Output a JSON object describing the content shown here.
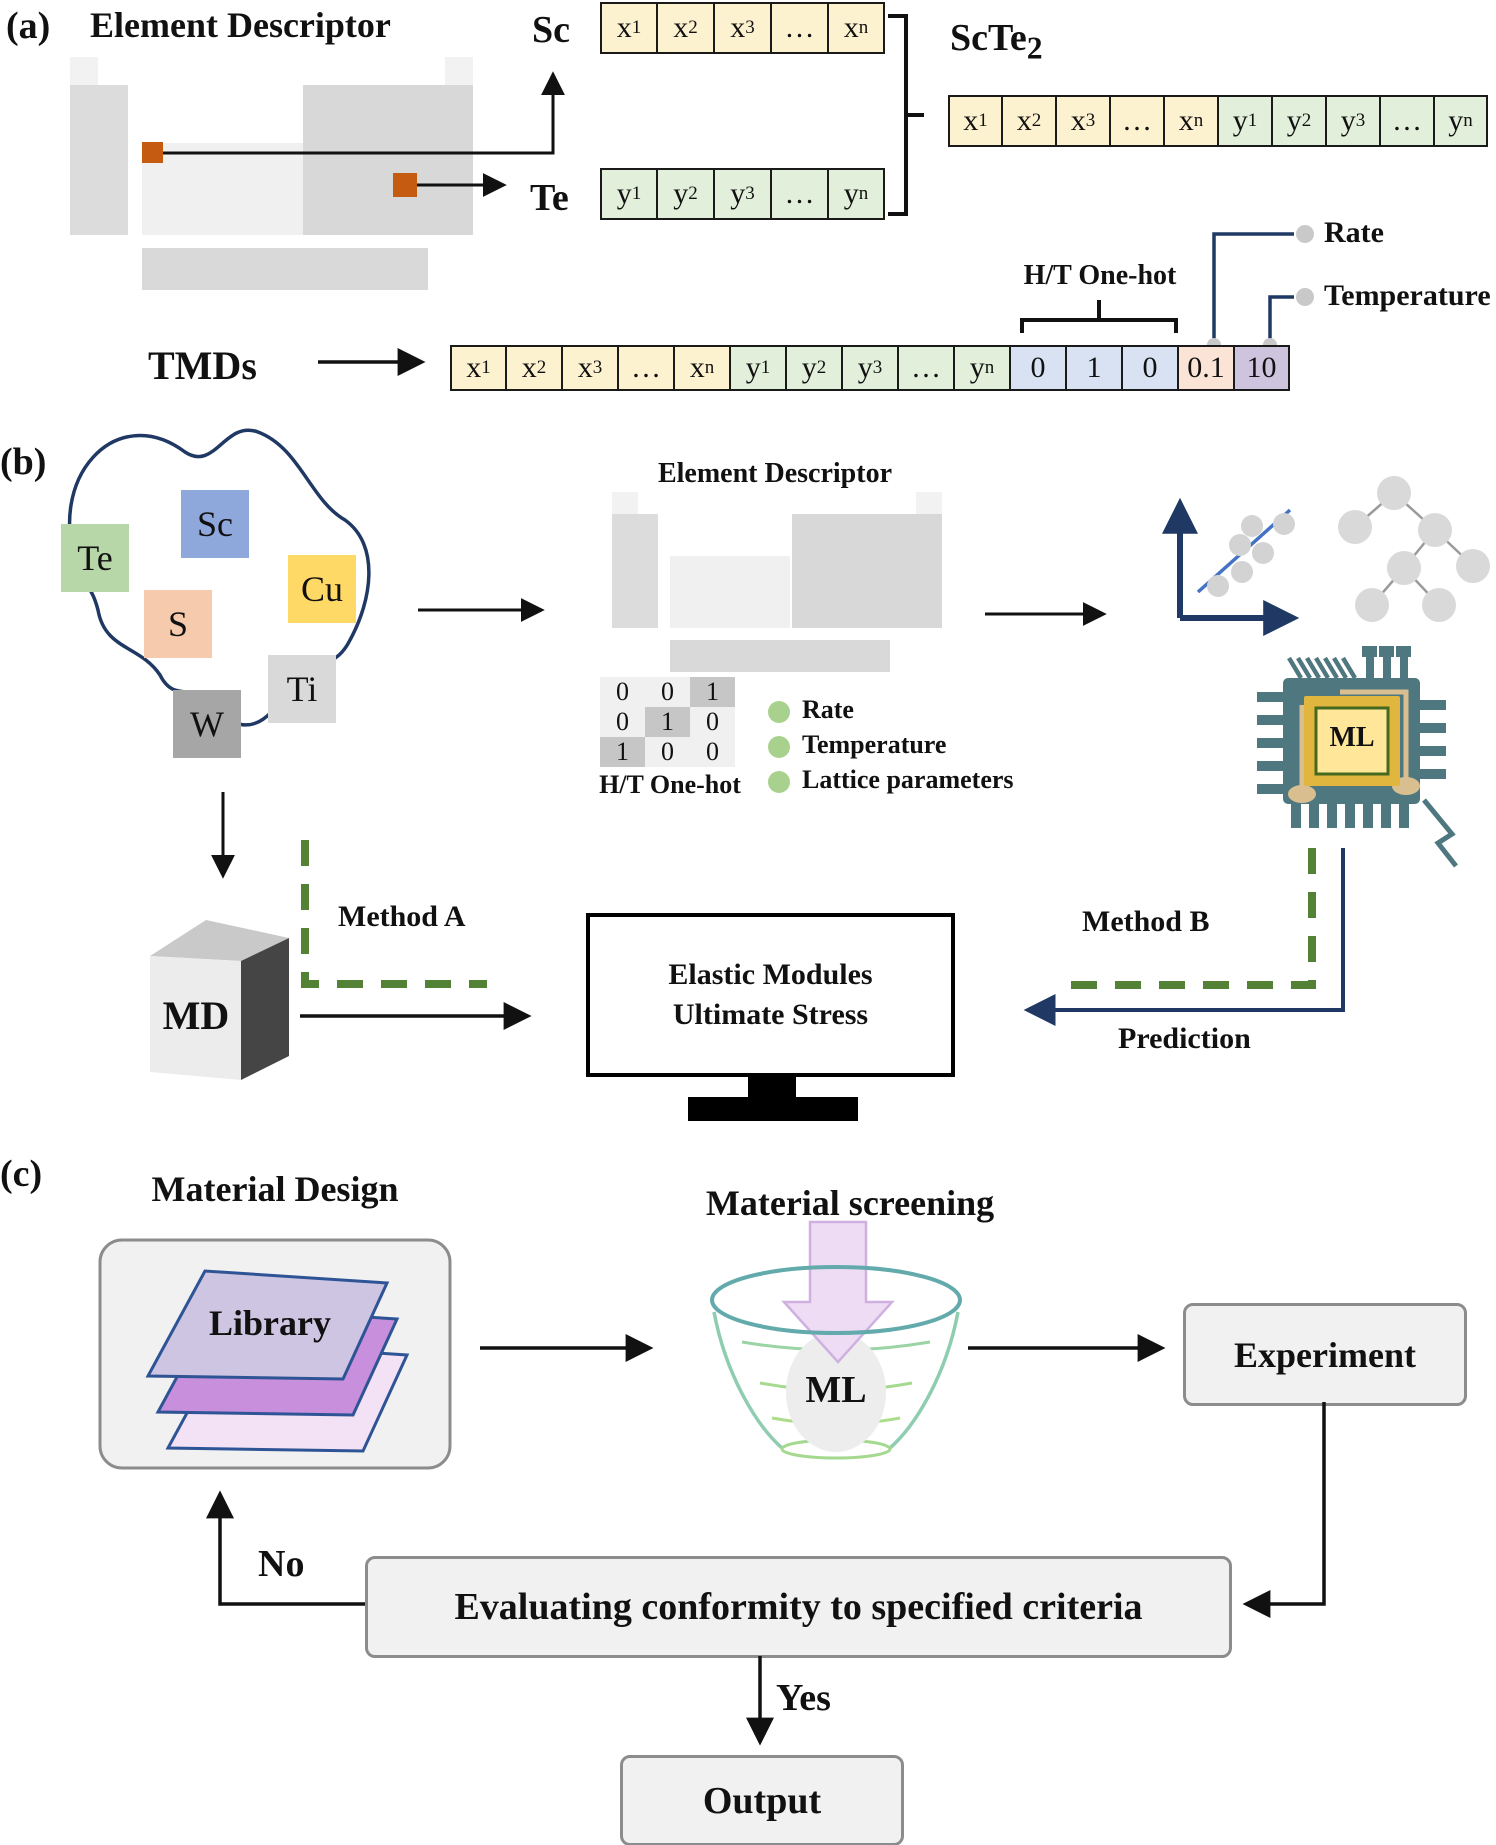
{
  "panel_a": {
    "label": "(a)",
    "title": "Element Descriptor",
    "sc": "Sc",
    "te": "Te",
    "scte2": "ScTe_2",
    "tmds": "TMDs",
    "ht_onehot": "H/T One-hot",
    "rate": "Rate",
    "temperature": "Temperature",
    "sc_vector": [
      {
        "t": "x_1",
        "k": "x"
      },
      {
        "t": "x_2",
        "k": "x"
      },
      {
        "t": "x_3",
        "k": "x"
      },
      {
        "t": "…",
        "k": "x"
      },
      {
        "t": "x_n",
        "k": "x"
      }
    ],
    "te_vector": [
      {
        "t": "y_1",
        "k": "y"
      },
      {
        "t": "y_2",
        "k": "y"
      },
      {
        "t": "y_3",
        "k": "y"
      },
      {
        "t": "…",
        "k": "y"
      },
      {
        "t": "y_n",
        "k": "y"
      }
    ],
    "scte2_vector": [
      {
        "t": "x_1",
        "k": "x"
      },
      {
        "t": "x_2",
        "k": "x"
      },
      {
        "t": "x_3",
        "k": "x"
      },
      {
        "t": "…",
        "k": "x"
      },
      {
        "t": "x_n",
        "k": "x"
      },
      {
        "t": "y_1",
        "k": "y"
      },
      {
        "t": "y_2",
        "k": "y"
      },
      {
        "t": "y_3",
        "k": "y"
      },
      {
        "t": "…",
        "k": "y"
      },
      {
        "t": "y_n",
        "k": "y"
      }
    ],
    "tmds_vector": [
      {
        "t": "x_1",
        "k": "x"
      },
      {
        "t": "x_2",
        "k": "x"
      },
      {
        "t": "x_3",
        "k": "x"
      },
      {
        "t": "…",
        "k": "x"
      },
      {
        "t": "x_n",
        "k": "x"
      },
      {
        "t": "y_1",
        "k": "y"
      },
      {
        "t": "y_2",
        "k": "y"
      },
      {
        "t": "y_3",
        "k": "y"
      },
      {
        "t": "…",
        "k": "y"
      },
      {
        "t": "y_n",
        "k": "y"
      },
      {
        "t": "0",
        "k": "h"
      },
      {
        "t": "1",
        "k": "h"
      },
      {
        "t": "0",
        "k": "h"
      },
      {
        "t": "0.1",
        "k": "r"
      },
      {
        "t": "10",
        "k": "t"
      }
    ]
  },
  "panel_b": {
    "label": "(b)",
    "elements": [
      {
        "symbol": "Te",
        "color": "#b7d7a8"
      },
      {
        "symbol": "Sc",
        "color": "#8fa8dc"
      },
      {
        "symbol": "Cu",
        "color": "#ffd966"
      },
      {
        "symbol": "S",
        "color": "#f6cbad"
      },
      {
        "symbol": "Ti",
        "color": "#d9d9d9"
      },
      {
        "symbol": "W",
        "color": "#a6a6a6"
      }
    ],
    "descriptor_title": "Element Descriptor",
    "onehot_matrix": [
      [
        0,
        0,
        1
      ],
      [
        0,
        1,
        0
      ],
      [
        1,
        0,
        0
      ]
    ],
    "ht_onehot": "H/T One-hot",
    "features": [
      "Rate",
      "Temperature",
      "Lattice parameters"
    ],
    "ml": "ML",
    "md": "MD",
    "method_a": "Method A",
    "method_b": "Method B",
    "prediction": "Prediction",
    "monitor_lines": [
      "Elastic Modules",
      "Ultimate Stress"
    ]
  },
  "panel_c": {
    "label": "(c)",
    "material_design": "Material Design",
    "material_screening": "Material screening",
    "library": "Library",
    "ml": "ML",
    "experiment": "Experiment",
    "evaluating": "Evaluating conformity to specified criteria",
    "no": "No",
    "yes": "Yes",
    "output": "Output"
  },
  "colors": {
    "cell_x": "#fdf2d0",
    "cell_y": "#e2efda",
    "cell_onehot": "#d9e2f3",
    "cell_rate": "#fbe3d5",
    "cell_temp": "#cfc4de",
    "accent_navy": "#1f3864",
    "accent_green": "#538135",
    "bullet_green": "#a9d18e",
    "highlight_orange": "#c55a11"
  }
}
